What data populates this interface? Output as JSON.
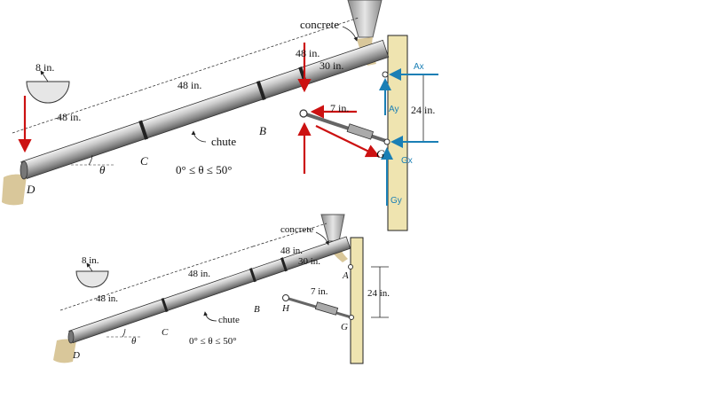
{
  "top": {
    "concrete": "concrete",
    "dim_48a": "48 in.",
    "dim_48b": "48 in.",
    "dim_48c": "48 in.",
    "dim_30": "30 in.",
    "dim_7": "7 in.",
    "dim_24": "24 in.",
    "dim_8": "8 in.",
    "chute": "chute",
    "theta": "θ",
    "range": "0° ≤ θ ≤ 50°",
    "D": "D",
    "C": "C",
    "B": "B",
    "G": "G",
    "force_Ax": "Ax",
    "force_Ay": "Ay",
    "force_Gx": "Gx",
    "force_Gy": "Gy"
  },
  "bottom": {
    "concrete": "concrete",
    "dim_48a": "48 in.",
    "dim_48b": "48 in.",
    "dim_48c": "48 in.",
    "dim_30": "30 in.",
    "dim_7": "7 in.",
    "dim_24": "24 in.",
    "dim_8": "8 in.",
    "chute": "chute",
    "theta": "θ",
    "range": "0° ≤ θ ≤ 50°",
    "D": "D",
    "C": "C",
    "B": "B",
    "A": "A",
    "H": "H",
    "G": "G"
  },
  "colors": {
    "red": "#cc1111",
    "blue": "#1a7fb5",
    "wall": "#efe4b0",
    "concrete": "#d9c79a"
  }
}
